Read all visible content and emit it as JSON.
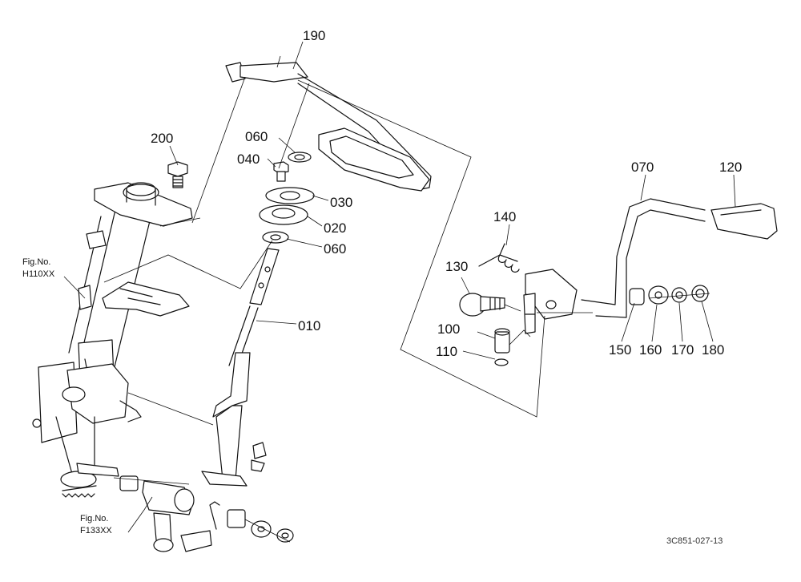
{
  "diagram": {
    "parts": [
      {
        "id": "190",
        "label": "190"
      },
      {
        "id": "200",
        "label": "200"
      },
      {
        "id": "060a",
        "label": "060"
      },
      {
        "id": "040",
        "label": "040"
      },
      {
        "id": "030",
        "label": "030"
      },
      {
        "id": "020",
        "label": "020"
      },
      {
        "id": "060b",
        "label": "060"
      },
      {
        "id": "010",
        "label": "010"
      },
      {
        "id": "070",
        "label": "070"
      },
      {
        "id": "120",
        "label": "120"
      },
      {
        "id": "140",
        "label": "140"
      },
      {
        "id": "130",
        "label": "130"
      },
      {
        "id": "100",
        "label": "100"
      },
      {
        "id": "110",
        "label": "110"
      },
      {
        "id": "150",
        "label": "150"
      },
      {
        "id": "160",
        "label": "160"
      },
      {
        "id": "170",
        "label": "170"
      },
      {
        "id": "180",
        "label": "180"
      }
    ],
    "figure_refs": [
      {
        "line1": "Fig.No.",
        "line2": "H110XX"
      },
      {
        "line1": "Fig.No.",
        "line2": "F133XX"
      }
    ],
    "drawing_code": "3C851-027-13"
  }
}
